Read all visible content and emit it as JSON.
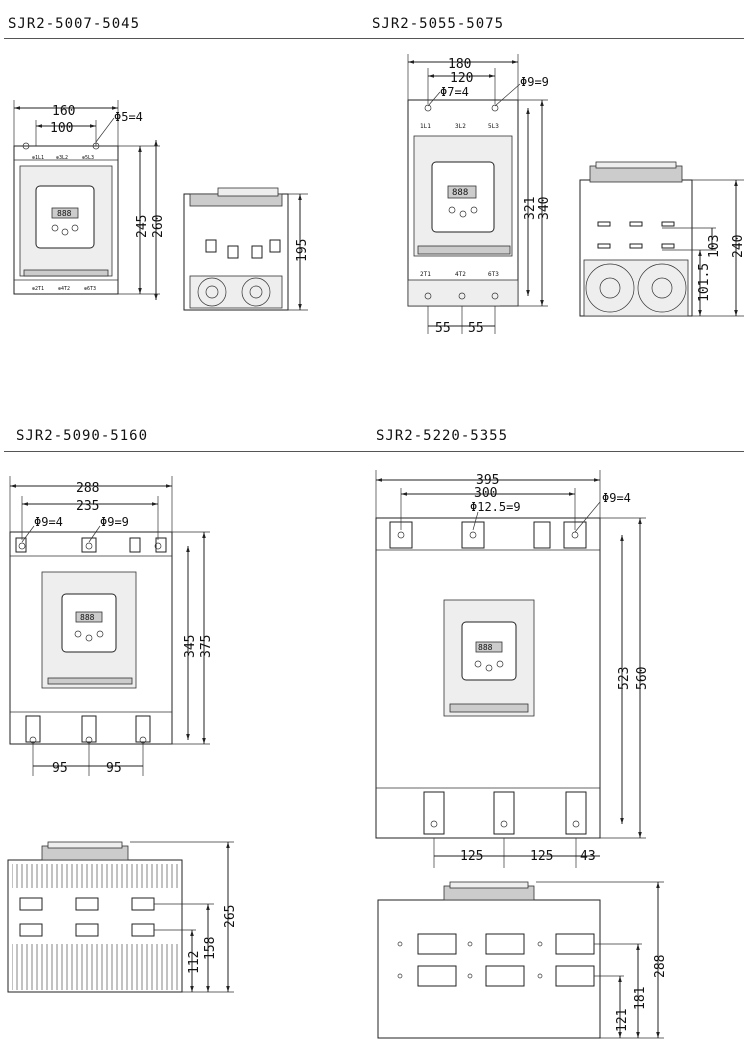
{
  "sections": [
    {
      "title": "SJR2-5007-5045",
      "dims": {
        "w1": "160",
        "w2": "100",
        "hole": "Φ5=4",
        "h1": "245",
        "h2": "260",
        "side_h": "195"
      },
      "terminals_top": [
        "⊕1L1",
        "⊕3L2",
        "⊕5L3"
      ],
      "terminals_bottom": [
        "⊕2T1",
        "⊕4T2",
        "⊕6T3"
      ]
    },
    {
      "title": "SJR2-5055-5075",
      "dims": {
        "w1": "180",
        "w2": "120",
        "hole1": "Φ7=4",
        "hole2": "Φ9=9",
        "h1": "321",
        "h2": "340",
        "b1": "55",
        "b2": "55",
        "side_h": "240",
        "side_h2": "103",
        "side_h3": "101.5"
      },
      "terminals_top": [
        "1L1",
        "3L2",
        "5L3"
      ],
      "terminals_bottom": [
        "2T1",
        "4T2",
        "6T3"
      ]
    },
    {
      "title": "SJR2-5090-5160",
      "dims": {
        "w1": "288",
        "w2": "235",
        "hole1": "Φ9=4",
        "hole2": "Φ9=9",
        "h1": "345",
        "h2": "375",
        "b1": "95",
        "b2": "95",
        "side_h": "265",
        "side_h2": "158",
        "side_h3": "112"
      }
    },
    {
      "title": "SJR2-5220-5355",
      "dims": {
        "w1": "395",
        "w2": "300",
        "hole1": "Φ12.5=9",
        "hole2": "Φ9=4",
        "h1": "523",
        "h2": "560",
        "b1": "125",
        "b2": "125",
        "b3": "43",
        "side_h": "288",
        "side_h2": "181",
        "side_h3": "121"
      }
    }
  ],
  "display": {
    "digits": "888"
  }
}
